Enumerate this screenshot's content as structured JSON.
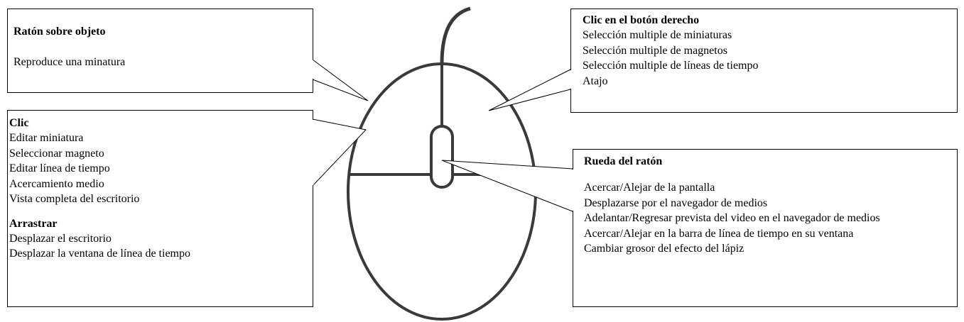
{
  "boxes": {
    "mouse_over": {
      "title": "Ratón sobre objeto",
      "lines": [
        "Reproduce una minatura"
      ]
    },
    "click": {
      "title": "Clic",
      "lines": [
        "Editar miniatura",
        "Seleccionar magneto",
        "Editar línea de tiempo",
        "Acercamiento medio",
        "Vista completa del escritorio"
      ],
      "drag_title": "Arrastrar",
      "drag_lines": [
        "Desplazar el escritorio",
        "Desplazar la ventana de línea de tiempo"
      ]
    },
    "right_click": {
      "title": "Clic en el botón derecho",
      "lines": [
        "Selección multiple de miniaturas",
        "Selección multiple de magnetos",
        "Selección multiple de líneas de tiempo",
        "Atajo"
      ]
    },
    "wheel": {
      "title": "Rueda del ratón",
      "lines": [
        "Acercar/Alejar de la pantalla",
        "Desplazarse por el navegador de medios",
        "Adelantar/Regresar prevista del video en el navegador de medios",
        "Acercar/Alejar en la barra de línea de tiempo en su ventana",
        "Cambiar grosor del efecto del lápiz"
      ]
    }
  },
  "colors": {
    "mouse_outline": "#3a3a3a",
    "box_border": "#000000"
  }
}
